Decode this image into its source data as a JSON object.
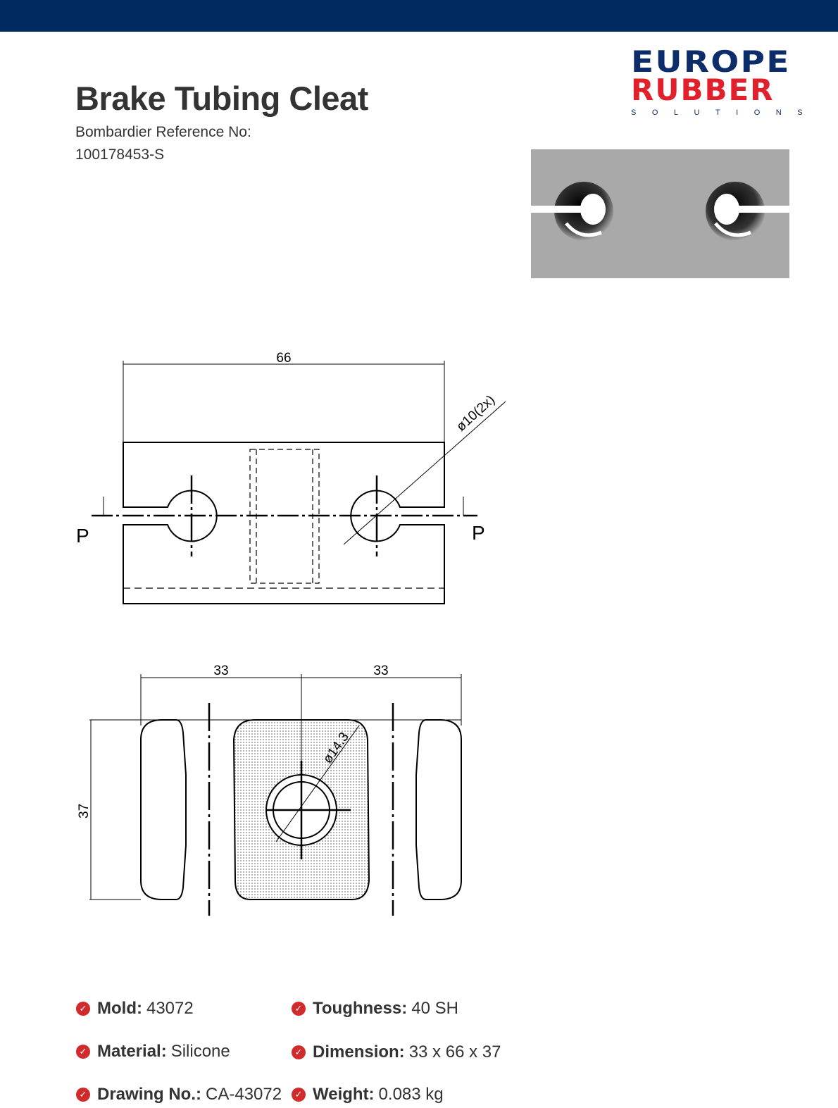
{
  "header": {
    "bar_color": "#002a5f"
  },
  "logo": {
    "line1": "EUROPE",
    "line2": "RUBBER",
    "line3": "SOLUTIONS",
    "colors": {
      "primary": "#0c2d69",
      "accent": "#e0202b"
    }
  },
  "product": {
    "title": "Brake Tubing Cleat",
    "reference_label": "Bombardier Reference No:",
    "reference_value": "100178453-S"
  },
  "drawing": {
    "top_view": {
      "width_dim": "66",
      "hole_dim": "ø10(2x)",
      "section_left": "P",
      "section_right": "P"
    },
    "side_view": {
      "left_dim": "33",
      "right_dim": "33",
      "height_dim": "37",
      "bore_dim": "ø14.3"
    }
  },
  "specs": [
    {
      "label": "Mold:",
      "value": "43072",
      "icon": "check-circle-icon"
    },
    {
      "label": "Toughness:",
      "value": "40 SH",
      "icon": "check-circle-icon"
    },
    {
      "label": "Material:",
      "value": "Silicone",
      "icon": "check-circle-icon"
    },
    {
      "label": "Dimension:",
      "value": "33 x 66 x 37",
      "icon": "check-circle-icon"
    },
    {
      "label": "Drawing No.:",
      "value": "CA-43072",
      "icon": "check-circle-icon"
    },
    {
      "label": "Weight:",
      "value": "0.083 kg",
      "icon": "check-circle-icon"
    }
  ]
}
